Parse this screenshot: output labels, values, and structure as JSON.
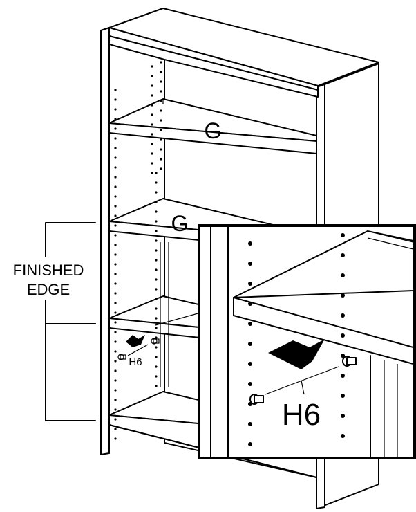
{
  "labels": {
    "finished_edge_line1": "FINISHED",
    "finished_edge_line2": "EDGE",
    "shelf_upper": "G",
    "shelf_middle": "G",
    "peg_small": "H6",
    "peg_large": "H6"
  },
  "colors": {
    "ink": "#000000",
    "paper": "#ffffff"
  }
}
